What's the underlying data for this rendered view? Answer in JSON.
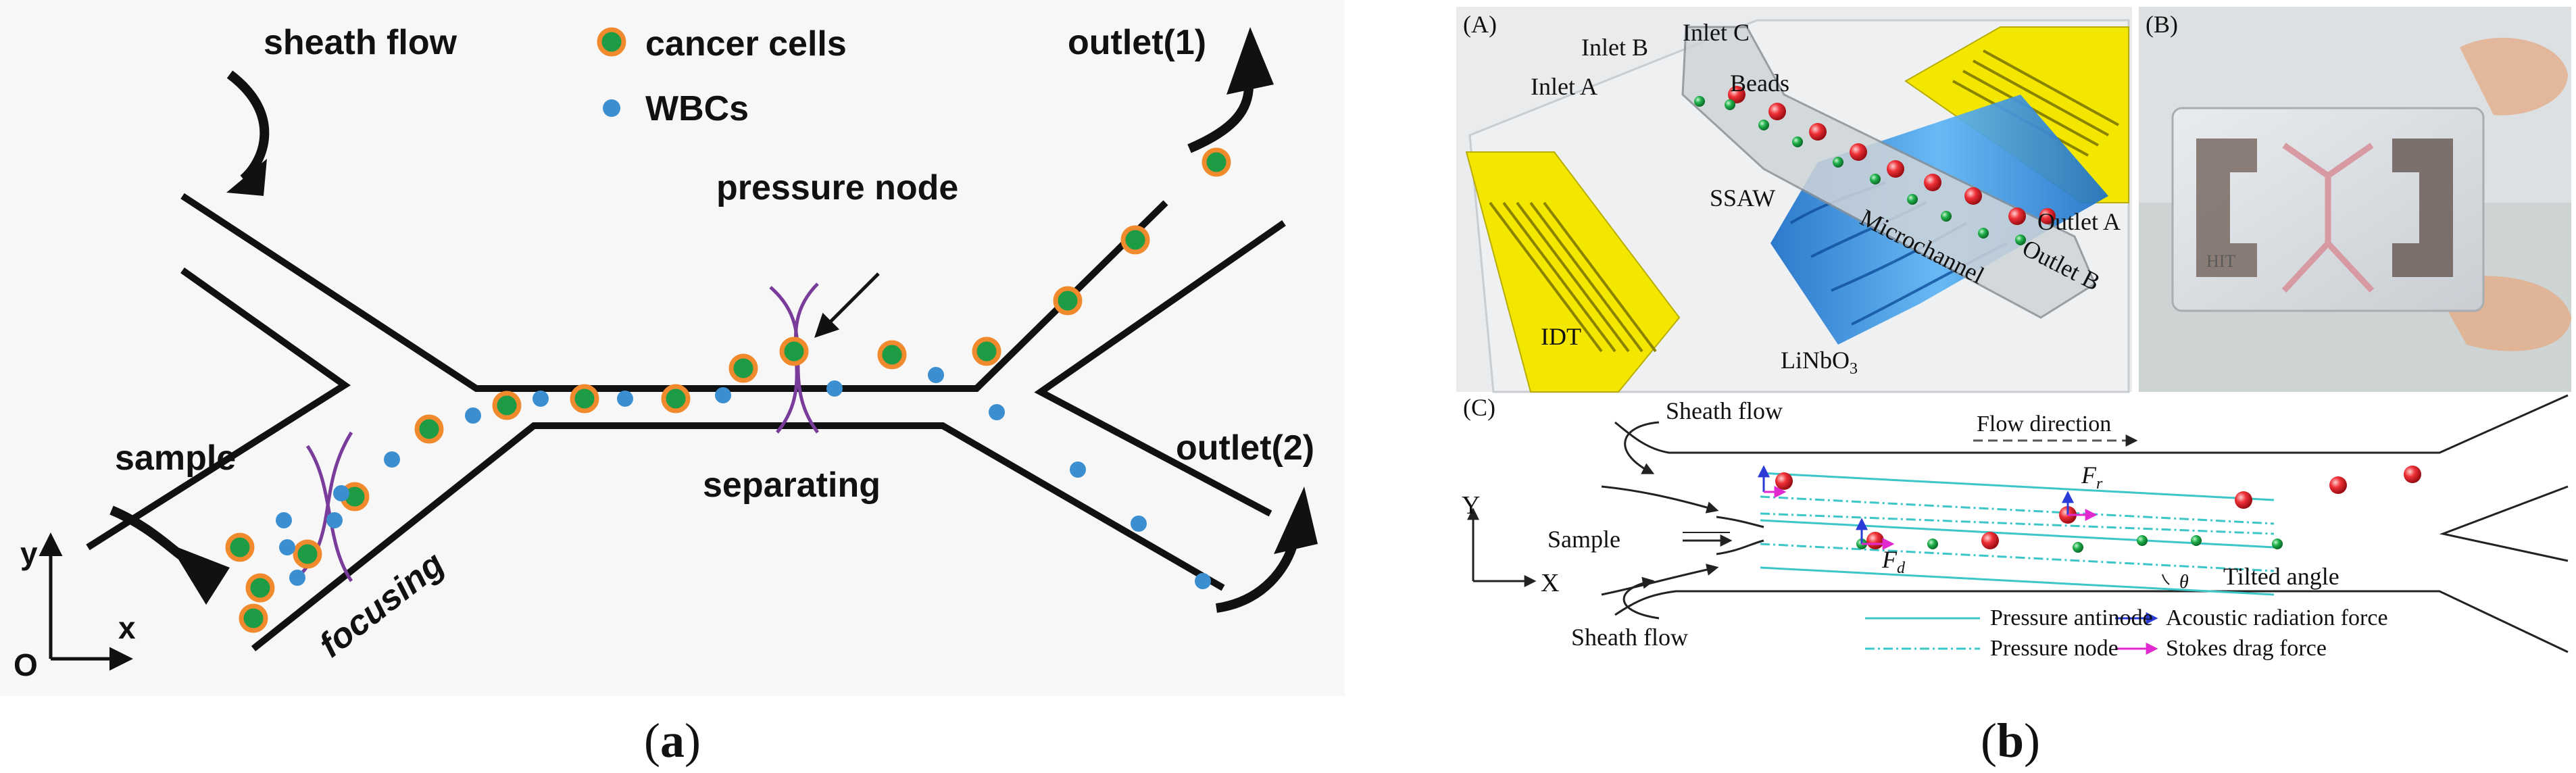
{
  "panel_a": {
    "legend": {
      "cancer_cells": "cancer cells",
      "wbcs": "WBCs"
    },
    "labels": {
      "sheath_flow": "sheath flow",
      "outlet1": "outlet(1)",
      "outlet2": "outlet(2)",
      "pressure_node": "pressure node",
      "sample": "sample",
      "focusing": "focusing",
      "separating": "separating",
      "axis_y": "y",
      "axis_x": "x",
      "axis_o": "O"
    },
    "caption_letter": "a",
    "colors": {
      "cancer_fill": "#1e9b45",
      "cancer_ring": "#f08a2c",
      "wbc_fill": "#3b8fd0",
      "node_line": "#7a3c9a"
    }
  },
  "panel_b": {
    "A": {
      "tag": "(A)",
      "inlet_a": "Inlet A",
      "inlet_b": "Inlet B",
      "inlet_c": "Inlet C",
      "beads": "Beads",
      "ssaw": "SSAW",
      "microchannel": "Microchannel",
      "outlet_a": "Outlet A",
      "outlet_b": "Outlet B",
      "idt": "IDT",
      "substrate": "LiNbO",
      "substrate_sub": "3"
    },
    "B": {
      "tag": "(B)",
      "chip_text": "HIT"
    },
    "C": {
      "tag": "(C)",
      "sheath_flow_top": "Sheath flow",
      "flow_direction": "Flow direction",
      "sample": "Sample",
      "sheath_flow_bottom": "Sheath flow",
      "axis_y": "Y",
      "axis_x": "X",
      "fr": "F",
      "fr_sub": "r",
      "fd": "F",
      "fd_sub": "d",
      "theta": "θ",
      "tilted_angle": "Tilted angle",
      "legend": {
        "antinode": "Pressure antinode",
        "node": "Pressure node",
        "radiation": "Acoustic radiation force",
        "drag": "Stokes drag force"
      }
    },
    "caption_letter": "b",
    "colors": {
      "idt_yellow": "#f3e600",
      "ssaw_blue": "#2f8fe0",
      "bead_red": "#e8202a",
      "bead_green": "#22b24c",
      "cyan_line": "#3cc6c8"
    }
  },
  "captions": {
    "open": "(",
    "close": ")"
  }
}
